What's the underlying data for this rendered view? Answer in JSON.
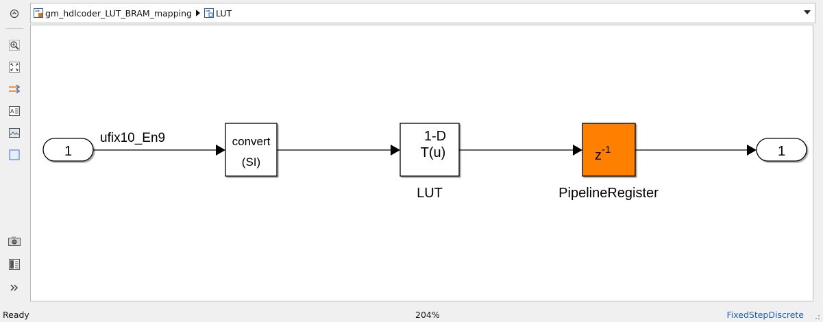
{
  "breadcrumb": {
    "items": [
      {
        "label": "gm_hdlcoder_LUT_BRAM_mapping",
        "icon": "model-icon"
      },
      {
        "label": "LUT",
        "icon": "subsystem-icon"
      }
    ]
  },
  "toolbar": {
    "buttons": [
      {
        "icon": "hide-explorer-icon"
      },
      {
        "icon": "zoom-in-icon"
      },
      {
        "icon": "fit-to-view-icon"
      },
      {
        "icon": "signal-routing-icon"
      },
      {
        "icon": "annotation-icon"
      },
      {
        "icon": "image-icon"
      },
      {
        "icon": "area-icon"
      },
      {
        "icon": "screenshot-icon"
      },
      {
        "icon": "property-inspector-icon"
      },
      {
        "icon": "more-icon"
      }
    ]
  },
  "diagram": {
    "inport": {
      "label": "1"
    },
    "signal_label": "ufix10_En9",
    "convert": {
      "line1": "convert",
      "line2": "(SI)"
    },
    "lut": {
      "line1": "1-D",
      "line2": "T(u)",
      "name": "LUT"
    },
    "delay": {
      "text": "z",
      "exponent": "-1",
      "name": "PipelineRegister",
      "fill": "#ff8000"
    },
    "outport": {
      "label": "1"
    }
  },
  "status": {
    "left": "Ready",
    "zoom": "204%",
    "solver": "FixedStepDiscrete"
  },
  "colors": {
    "accent_link": "#1f5fb5",
    "delay_block": "#ff8000"
  }
}
